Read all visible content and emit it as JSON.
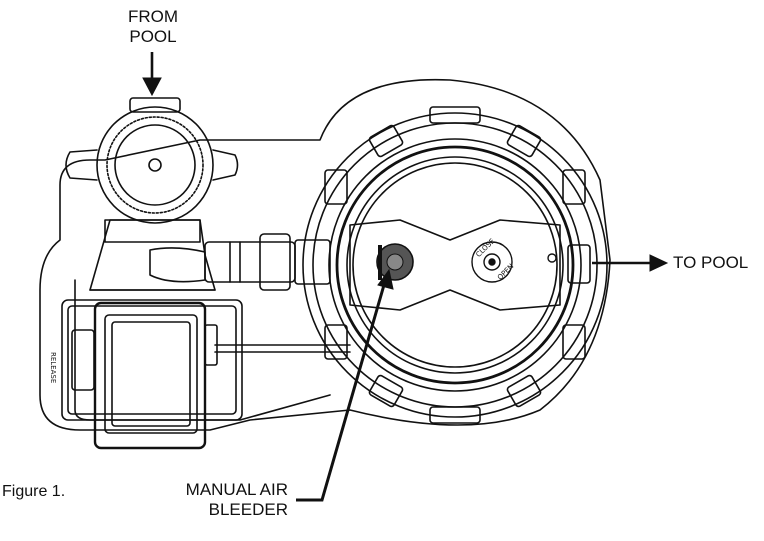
{
  "labels": {
    "from_pool_1": "FROM",
    "from_pool_2": "POOL",
    "to_pool": "TO POOL",
    "air_bleeder_1": "MANUAL AIR",
    "air_bleeder_2": "BLEEDER",
    "figure": "Figure 1."
  },
  "valve_markings": {
    "left": "RELEASE",
    "closed": "CLOSE",
    "open": "OPEN"
  },
  "colors": {
    "stroke": "#111111",
    "background": "#ffffff"
  }
}
